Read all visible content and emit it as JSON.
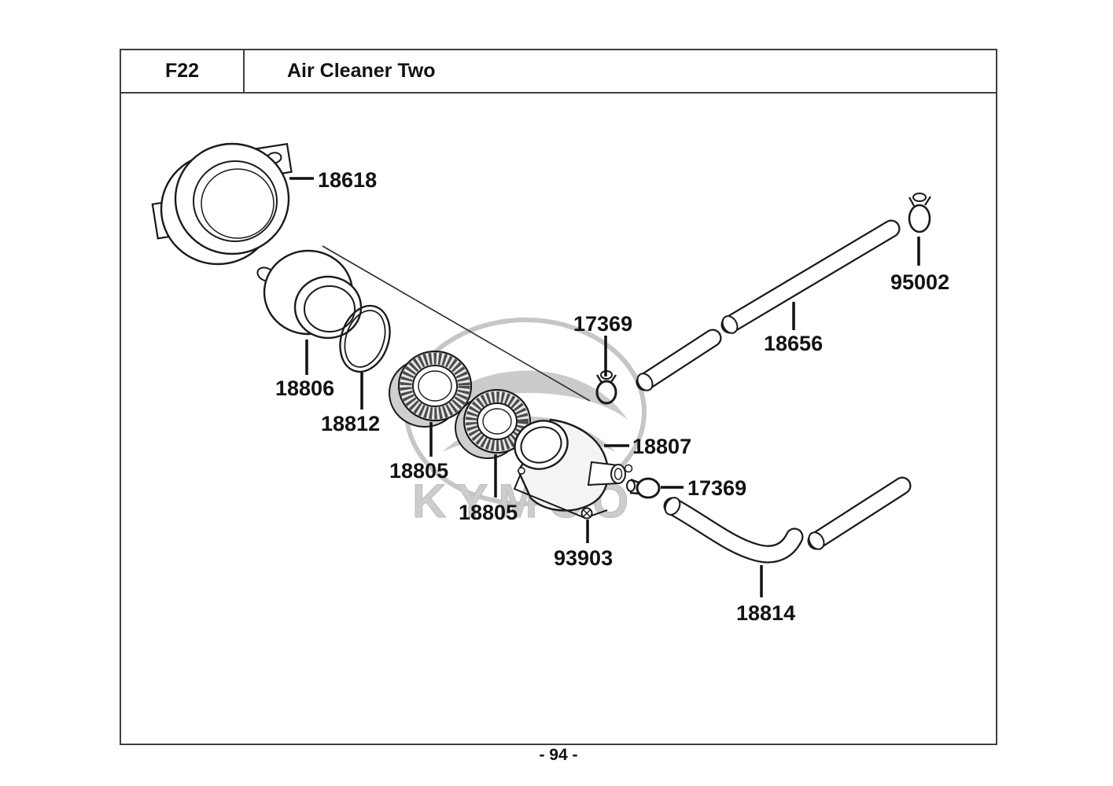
{
  "header": {
    "code": "F22",
    "title": "Air Cleaner Two"
  },
  "page_number": "- 94 -",
  "watermark": "KYMCO",
  "diagram": {
    "labels": {
      "p18618": "18618",
      "p95002": "95002",
      "p18656": "18656",
      "p17369_top": "17369",
      "p18806": "18806",
      "p18812": "18812",
      "p18805_first": "18805",
      "p18805_second": "18805",
      "p18807": "18807",
      "p17369_bottom": "17369",
      "p93903": "93903",
      "p18814": "18814"
    }
  }
}
